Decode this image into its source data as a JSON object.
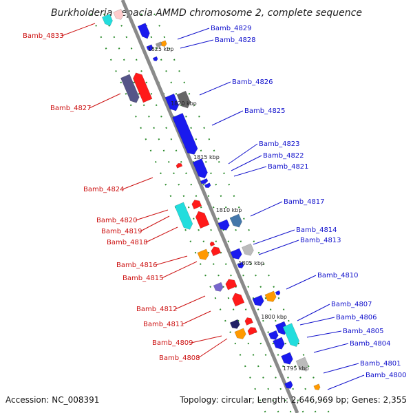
{
  "title": "Burkholderia cepacia AMMD chromosome 2, complete sequence",
  "footer": {
    "accession": "Accession: NC_008391",
    "summary": "Topology: circular; Length: 2,646,969 bp; Genes: 2,355"
  },
  "scale_ticks": [
    "1825 kbp",
    "1820 kbp",
    "1815 kbp",
    "1810 kbp",
    "1805 kbp",
    "1800 kbp",
    "1795 kbp"
  ],
  "genes_left": [
    "Bamb_4833",
    "Bamb_4827",
    "Bamb_4824",
    "Bamb_4820",
    "Bamb_4819",
    "Bamb_4818",
    "Bamb_4816",
    "Bamb_4815",
    "Bamb_4812",
    "Bamb_4811",
    "Bamb_4809",
    "Bamb_4808"
  ],
  "genes_right": [
    "Bamb_4829",
    "Bamb_4828",
    "Bamb_4826",
    "Bamb_4825",
    "Bamb_4823",
    "Bamb_4822",
    "Bamb_4821",
    "Bamb_4817",
    "Bamb_4814",
    "Bamb_4813",
    "Bamb_4810",
    "Bamb_4807",
    "Bamb_4806",
    "Bamb_4805",
    "Bamb_4804",
    "Bamb_4801",
    "Bamb_4800"
  ],
  "colors": {
    "backbone": "#8a8a8a",
    "left_label": "#cc1111",
    "right_label": "#1111cc",
    "track_dot": "#2a8a2a",
    "reverse_gene": "#ff1a1a",
    "forward_gene": "#1a1aee",
    "cyan_gene": "#22dddd",
    "orange_gene": "#ff9900",
    "slate_gene": "#555588",
    "gray_gene": "#999999",
    "steel_gene": "#4477aa",
    "purple_gene": "#7766cc",
    "navy_gene": "#222266"
  }
}
